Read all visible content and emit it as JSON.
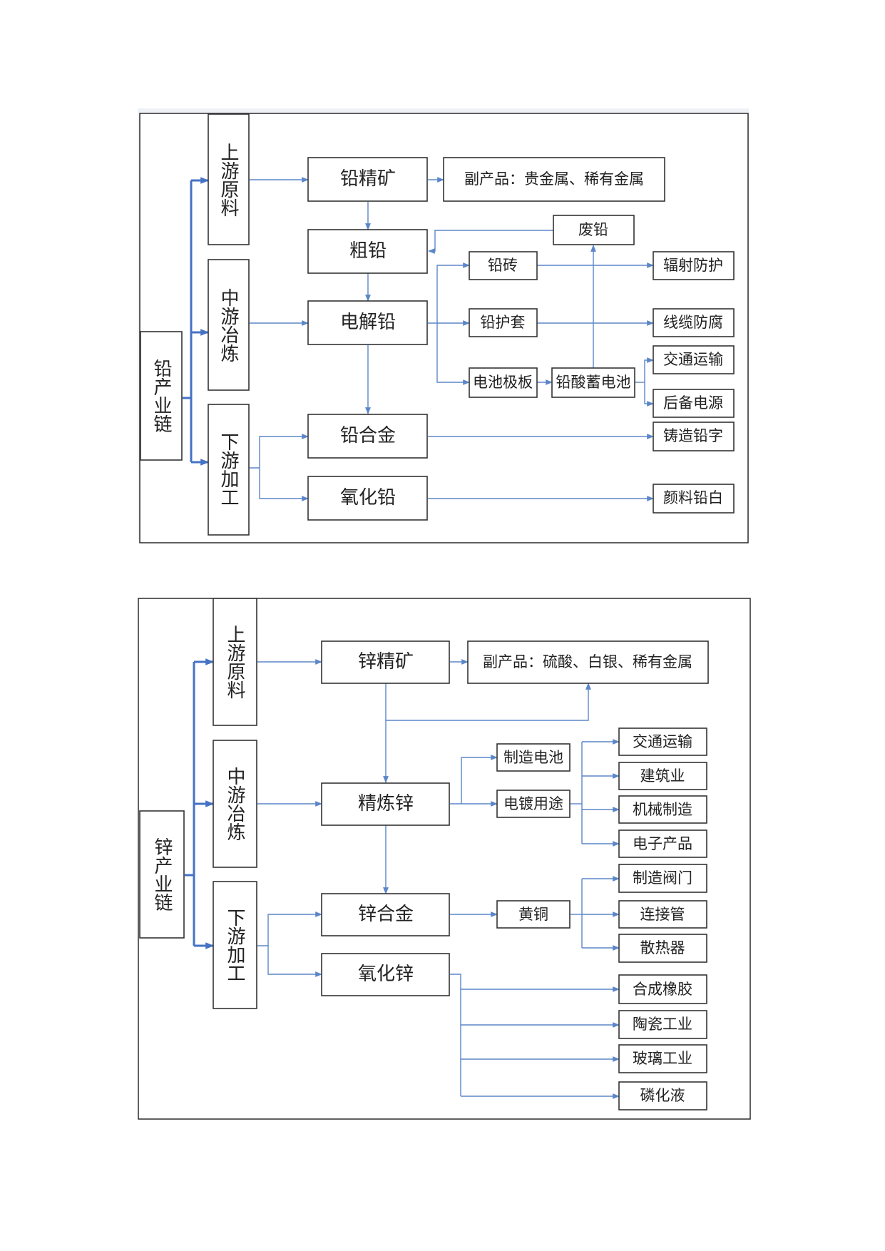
{
  "colors": {
    "connector": "#5b86c8",
    "connector_bold": "#4472c4",
    "box_border": "#333333"
  },
  "lead": {
    "root": "铅产业链",
    "upstream": "上游原料",
    "midstream": "中游冶炼",
    "downstream": "下游加工",
    "concentrate": "铅精矿",
    "byproduct": "副产品：贵金属、稀有金属",
    "crude": "粗铅",
    "scrap": "废铅",
    "brick": "铅砖",
    "radiation": "辐射防护",
    "electrolytic": "电解铅",
    "sheath": "铅护套",
    "cable": "线缆防腐",
    "plate": "电池极板",
    "battery": "铅酸蓄电池",
    "transport": "交通运输",
    "backup": "后备电源",
    "alloy": "铅合金",
    "type": "铸造铅字",
    "oxide": "氧化铅",
    "pigment": "颜料铅白"
  },
  "zinc": {
    "root": "锌产业链",
    "upstream": "上游原料",
    "midstream": "中游冶炼",
    "downstream": "下游加工",
    "concentrate": "锌精矿",
    "byproduct": "副产品：硫酸、白银、稀有金属",
    "refined": "精炼锌",
    "battery": "制造电池",
    "plating": "电镀用途",
    "transport": "交通运输",
    "construction": "建筑业",
    "machinery": "机械制造",
    "electronics": "电子产品",
    "alloy": "锌合金",
    "brass": "黄铜",
    "valve": "制造阀门",
    "pipe": "连接管",
    "radiator": "散热器",
    "oxide": "氧化锌",
    "rubber": "合成橡胶",
    "ceramic": "陶瓷工业",
    "glass": "玻璃工业",
    "phosphating": "磷化液"
  }
}
